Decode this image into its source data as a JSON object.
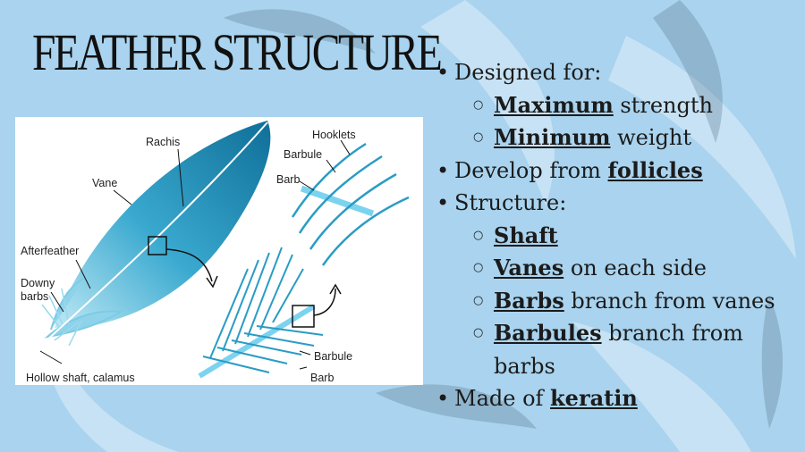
{
  "slide": {
    "title": "FEATHER STRUCTURE",
    "colors": {
      "background": "#a9d3ee",
      "feather": "#2a9cc4",
      "text": "#1b1b1b"
    }
  },
  "diagram": {
    "labels": {
      "rachis": "Rachis",
      "vane": "Vane",
      "afterfeather": "Afterfeather",
      "downy_barbs": [
        "Downy",
        "barbs"
      ],
      "hollow_shaft": "Hollow shaft, calamus",
      "hooklets": "Hooklets",
      "barbule_top": "Barbule",
      "barb_top": "Barb",
      "barbule_bottom": "Barbule",
      "barb_bottom": "Barb"
    }
  },
  "bullets": [
    {
      "level": 1,
      "parts": [
        {
          "text": "Designed for:",
          "kw": false
        }
      ]
    },
    {
      "level": 2,
      "parts": [
        {
          "text": "Maximum",
          "kw": true
        },
        {
          "text": " strength",
          "kw": false
        }
      ]
    },
    {
      "level": 2,
      "parts": [
        {
          "text": "Minimum",
          "kw": true
        },
        {
          "text": " weight",
          "kw": false
        }
      ]
    },
    {
      "level": 1,
      "parts": [
        {
          "text": "Develop from ",
          "kw": false
        },
        {
          "text": "follicles",
          "kw": true
        }
      ]
    },
    {
      "level": 1,
      "parts": [
        {
          "text": "Structure:",
          "kw": false
        }
      ]
    },
    {
      "level": 2,
      "parts": [
        {
          "text": "Shaft",
          "kw": true
        }
      ]
    },
    {
      "level": 2,
      "parts": [
        {
          "text": "Vanes",
          "kw": true
        },
        {
          "text": " on each side",
          "kw": false
        }
      ]
    },
    {
      "level": 2,
      "parts": [
        {
          "text": "Barbs",
          "kw": true
        },
        {
          "text": " branch from vanes",
          "kw": false
        }
      ]
    },
    {
      "level": 2,
      "parts": [
        {
          "text": "Barbules",
          "kw": true
        },
        {
          "text": " branch from",
          "kw": false
        }
      ]
    },
    {
      "level": "wrap",
      "parts": [
        {
          "text": "barbs",
          "kw": false
        }
      ]
    },
    {
      "level": 1,
      "parts": [
        {
          "text": "Made of ",
          "kw": false
        },
        {
          "text": "keratin",
          "kw": true
        }
      ]
    }
  ]
}
